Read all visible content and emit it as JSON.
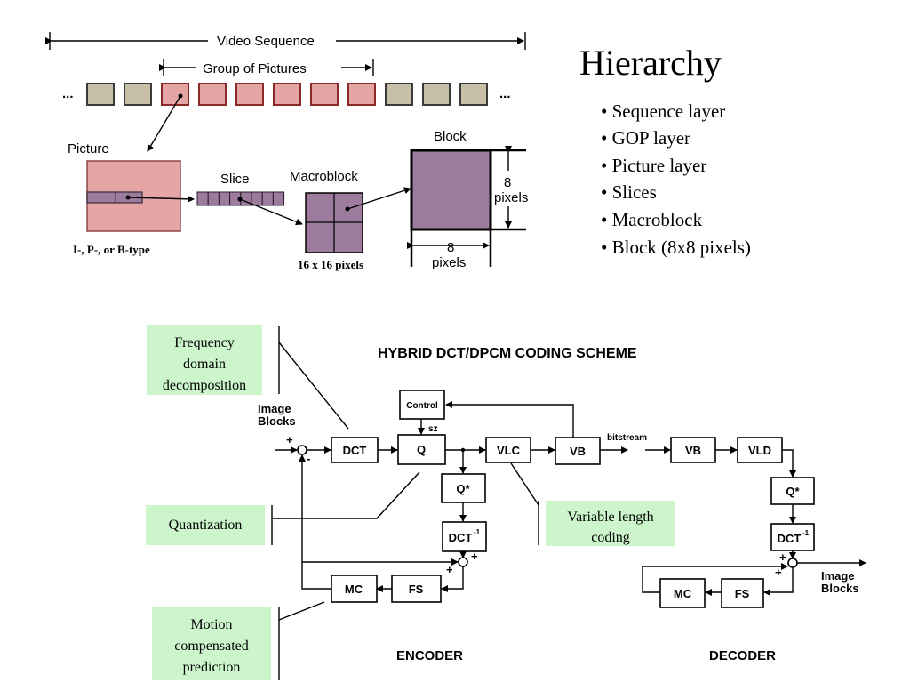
{
  "hierarchy": {
    "title": "Hierarchy",
    "bullets": [
      "• Sequence layer",
      "• GOP layer",
      "• Picture layer",
      "• Slices",
      "• Macroblock",
      "• Block (8x8 pixels)"
    ]
  },
  "top_diagram": {
    "video_sequence": "Video Sequence",
    "group_of_pictures": "Group of Pictures",
    "ellipsis": "...",
    "picture": "Picture",
    "picture_type": "I-, P-, or B-type",
    "slice": "Slice",
    "macroblock": "Macroblock",
    "macroblock_size": "16 x 16 pixels",
    "block": "Block",
    "eight": "8",
    "pixels": "pixels",
    "frame_colors": {
      "gray": "#c8bfa8",
      "pink": "#e6a5a5",
      "purple": "#9c7b9c"
    }
  },
  "coding": {
    "title": "HYBRID DCT/DPCM CODING SCHEME",
    "image_blocks_in": [
      "Image",
      "Blocks"
    ],
    "image_blocks_out": [
      "Image",
      "Blocks"
    ],
    "plus": "+",
    "minus": "-",
    "control": "Control",
    "sz": "sz",
    "dct": "DCT",
    "q": "Q",
    "vlc": "VLC",
    "vb": "VB",
    "bitstream": "bitstream",
    "vld": "VLD",
    "q_star": "Q*",
    "dct_inv": "DCT",
    "inv_sup": "-1",
    "mc": "MC",
    "fs": "FS",
    "encoder": "ENCODER",
    "decoder": "DECODER"
  },
  "callouts": {
    "frequency": [
      "Frequency",
      "domain",
      "decomposition"
    ],
    "quantization": "Quantization",
    "vlc": [
      "Variable length",
      "coding"
    ],
    "motion": [
      "Motion",
      "compensated",
      "prediction"
    ],
    "color": "#ccf5cc"
  }
}
